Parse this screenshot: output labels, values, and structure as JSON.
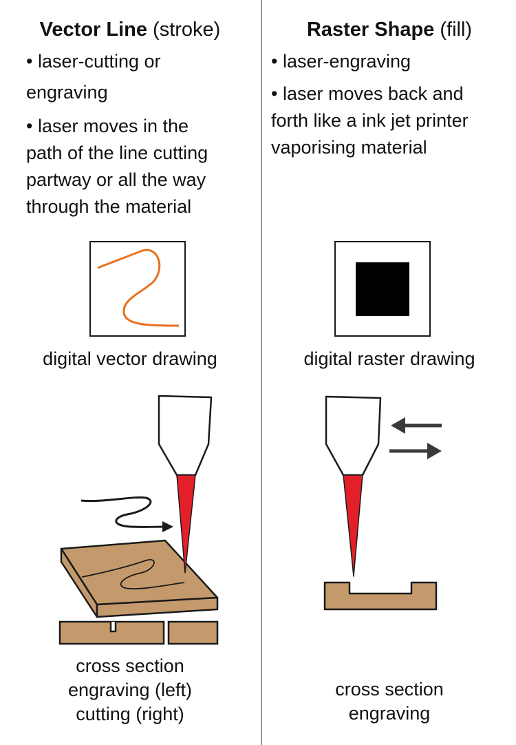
{
  "vector": {
    "title_bold": "Vector Line",
    "title_rest": " (stroke)",
    "bullets": [
      {
        "line1": " • laser-cutting or",
        "line2": "engraving"
      },
      {
        "line1": " • laser moves in the",
        "lines": [
          "path of the line cutting",
          "partway or all the way",
          "through the material"
        ]
      }
    ],
    "drawing_caption": "digital vector drawing",
    "cross_section_caption": [
      "cross section",
      "engraving (left)",
      "cutting (right)"
    ]
  },
  "raster": {
    "title_bold": "Raster Shape",
    "title_rest": " (fill)",
    "bullets": [
      {
        "line1": " • laser-engraving"
      },
      {
        "line1": " • laser moves back and",
        "lines": [
          "forth like a ink jet printer",
          "vaporising material"
        ]
      }
    ],
    "drawing_caption": "digital raster drawing",
    "cross_section_caption": [
      "cross section",
      "engraving"
    ]
  },
  "colors": {
    "vector_stroke": "#e8711f",
    "laser_beam": "#e3202a",
    "wood": "#c49a6c",
    "outline": "#1a1a1a",
    "raster_fill": "#000000",
    "arrow": "#3a3a3a"
  }
}
